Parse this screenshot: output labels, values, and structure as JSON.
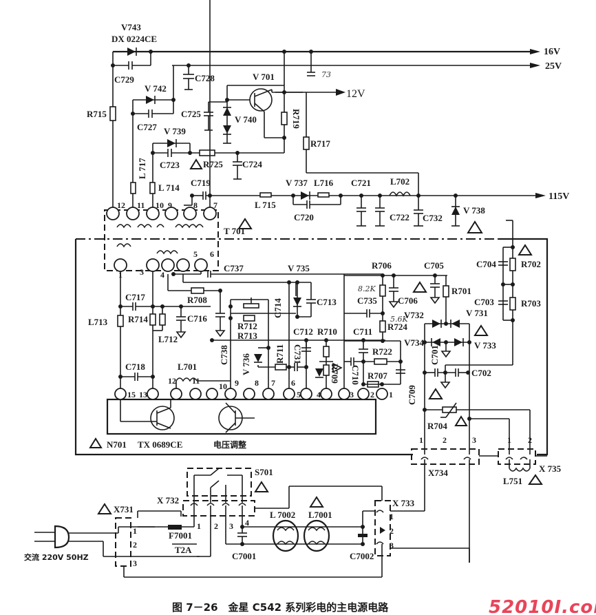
{
  "figure": {
    "caption": "图 7－26　金星 C542 系列彩电的主电源电路",
    "watermark": "52010I.com",
    "accent_colors": {
      "ink": "#1a1a1a",
      "watermark": "#e8455a"
    }
  },
  "outputs": {
    "v16": "16V",
    "v25": "25V",
    "v12": "12V",
    "v115": "115V"
  },
  "input": {
    "ac_label": "交流 220V 50HZ"
  },
  "ic": {
    "ref": "N701",
    "part": "TX 0689CE",
    "note": "电压调整",
    "pins": [
      "15",
      "13",
      "12",
      "11",
      "10",
      "9",
      "8",
      "7",
      "6",
      "5",
      "4",
      "3",
      "2",
      "1"
    ]
  },
  "transformer": {
    "ref": "T 701",
    "secondary_pins": [
      "12",
      "11",
      "10",
      "9",
      "8",
      "7"
    ],
    "primary_pins": [
      "1",
      "3",
      "4",
      "5",
      "6"
    ]
  },
  "components": {
    "V743": "V743",
    "V743_part": "DX 0224CE",
    "C729": "C729",
    "C728": "C728",
    "V701": "V 701",
    "V742": "V 742",
    "C727": "C727",
    "C725": "C725",
    "V740": "V 740",
    "R719": "R719",
    "R717": "R717",
    "R715": "R715",
    "V739": "V 739",
    "C723": "C723",
    "R725": "R725",
    "C724": "C724",
    "L717": "L 717",
    "L714": "L 714",
    "C719": "C719",
    "L715": "L 715",
    "V737": "V 737",
    "L716": "L716",
    "C720": "C720",
    "C721": "C721",
    "L702": "L702",
    "C722": "C722",
    "C732": "C732",
    "V738": "V 738",
    "C73x": "73",
    "C737": "C737",
    "V735": "V 735",
    "R706": "R706",
    "C705": "C705",
    "C704": "C704",
    "R702": "R702",
    "C703": "C703",
    "R703": "R703",
    "C717": "C717",
    "R708": "R708",
    "C714": "C714",
    "C713": "C713",
    "C735": "C735",
    "C706": "C706",
    "R701": "R701",
    "L713": "L713",
    "R714": "R714",
    "C716": "C716",
    "L712": "L712",
    "R712": "R712",
    "R713": "R713",
    "V732": "V732",
    "V731": "V 731",
    "R724": "R724",
    "V734": "V734",
    "V733": "V 733",
    "C738": "C738",
    "V736": "V 736",
    "R711": "R711",
    "C731": "C731",
    "C712": "C712",
    "R710": "R710",
    "C711": "C711",
    "R722": "R722",
    "R709": "R709",
    "C710": "C710",
    "R707": "R707",
    "C709": "C709",
    "C701": "C701",
    "C702": "C702",
    "C718": "C718",
    "L701": "L701",
    "R704": "R704",
    "X734": "X734",
    "X735": "X 735",
    "L751": "L751",
    "S701": "S701",
    "X732": "X 732",
    "X731": "X731",
    "F7001": "F7001",
    "F7001_rating": "T2A",
    "C7001": "C7001",
    "L7002": "L 7002",
    "L7001": "L7001",
    "C7002": "C7002",
    "X733": "X 733"
  },
  "handwritten": {
    "r706_value": "8.2K",
    "r724_value": "5.6K"
  },
  "connectors": {
    "X734_pins": [
      "1",
      "2",
      "3"
    ],
    "X735_pins": [
      "1",
      "2"
    ],
    "X731_pins": [
      "1",
      "2",
      "3"
    ],
    "X732_pins": [
      "1",
      "2",
      "3",
      "4"
    ],
    "X733_pins": [
      "1",
      "2",
      "3"
    ]
  }
}
